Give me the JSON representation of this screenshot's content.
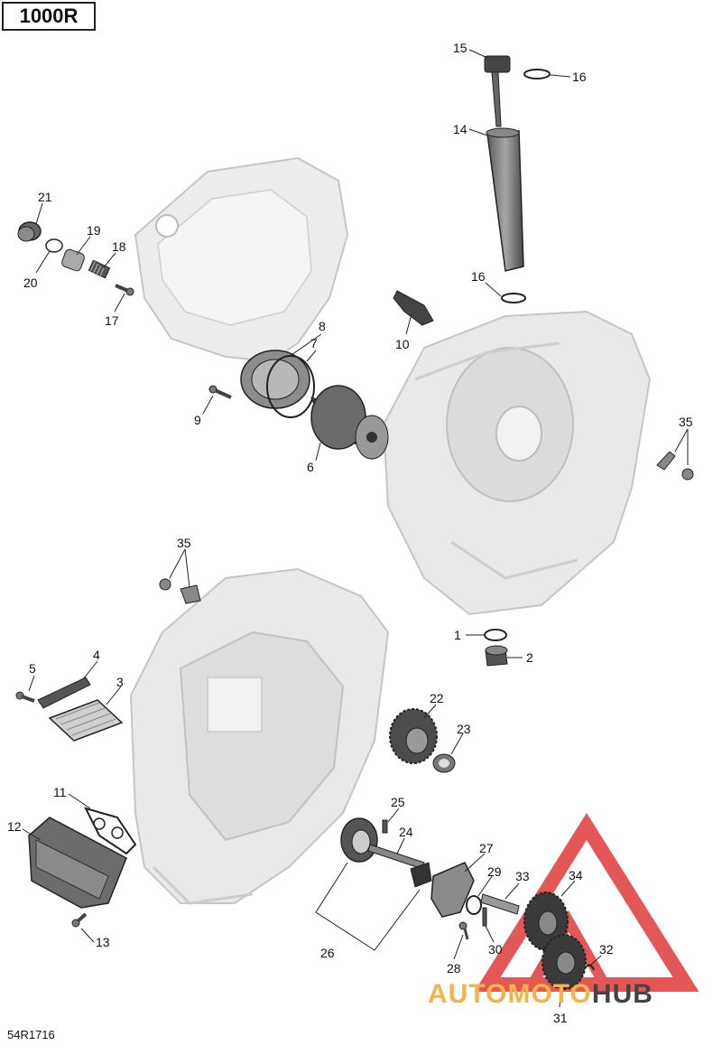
{
  "model": "1000R",
  "reference": "54R1716",
  "watermark": {
    "part1": "AUTOMOTO",
    "part2": "HUB",
    "color1": "#f2b34a",
    "color2": "#444444",
    "logo_color": "#e03a3a"
  },
  "callouts": [
    "1",
    "2",
    "3",
    "4",
    "5",
    "6",
    "7",
    "8",
    "9",
    "10",
    "11",
    "12",
    "13",
    "14",
    "15",
    "16",
    "16",
    "17",
    "18",
    "19",
    "20",
    "21",
    "22",
    "23",
    "24",
    "25",
    "26",
    "27",
    "28",
    "29",
    "30",
    "31",
    "32",
    "33",
    "34",
    "35",
    "35"
  ],
  "colors": {
    "housing": "#e9e9e9",
    "housing_edge": "#c8c8c8",
    "part": "#7a7a7a",
    "part_dark": "#3c3c3c",
    "line": "#222222"
  }
}
